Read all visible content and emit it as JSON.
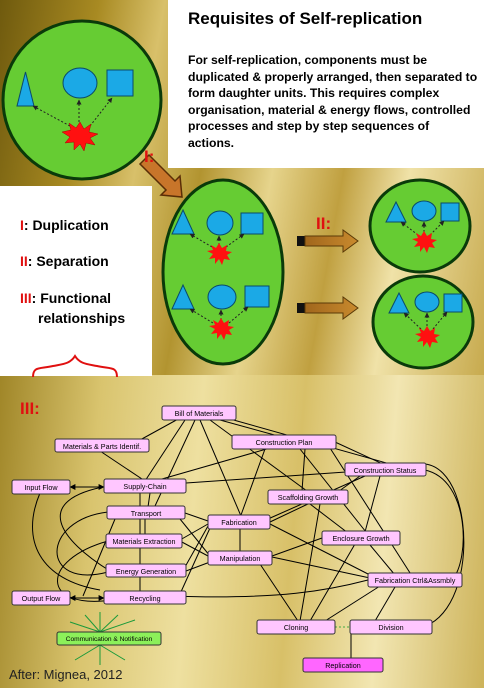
{
  "title": "Requisites of Self-replication",
  "description": "For self-replication, components must be duplicated & properly arranged, then separated to form daughter units. This requires complex organisation, material & energy flows, controlled processes and step by step sequences of actions.",
  "legend": [
    {
      "num": "I",
      "label": ": Duplication"
    },
    {
      "num": "II",
      "label": ": Separation"
    },
    {
      "num": "III",
      "label": ": Functional"
    },
    {
      "num": "",
      "label": "relationships"
    }
  ],
  "step_labels": {
    "i": "I:",
    "ii": "II:",
    "iii": "III:"
  },
  "credit": "After: Mignea, 2012",
  "colors": {
    "cell": "#66cc33",
    "shape": "#1ba9e6",
    "node": "#ffc6ff",
    "node_green": "#8cf05a",
    "node_magenta": "#ff66ff",
    "numeral": "#e01010"
  },
  "network": {
    "nodes": {
      "bom": "Bill of Materials",
      "mpi": "Materials & Parts Identif.",
      "cplan": "Construction Plan",
      "cstatus": "Construction Status",
      "input": "Input Flow",
      "supply": "Supply-Chain",
      "scaff": "Scaffolding Growth",
      "transport": "Transport",
      "fabrication": "Fabrication",
      "enclosure": "Enclosure Growth",
      "mext": "Materials Extraction",
      "manip": "Manipulation",
      "energy": "Energy Generation",
      "fabctrl": "Fabrication Ctrl&Assmbly",
      "output": "Output Flow",
      "recycling": "Recycling",
      "cloning": "Cloning",
      "division": "Division",
      "comm": "Communication & Notification",
      "replication": "Replication"
    }
  }
}
